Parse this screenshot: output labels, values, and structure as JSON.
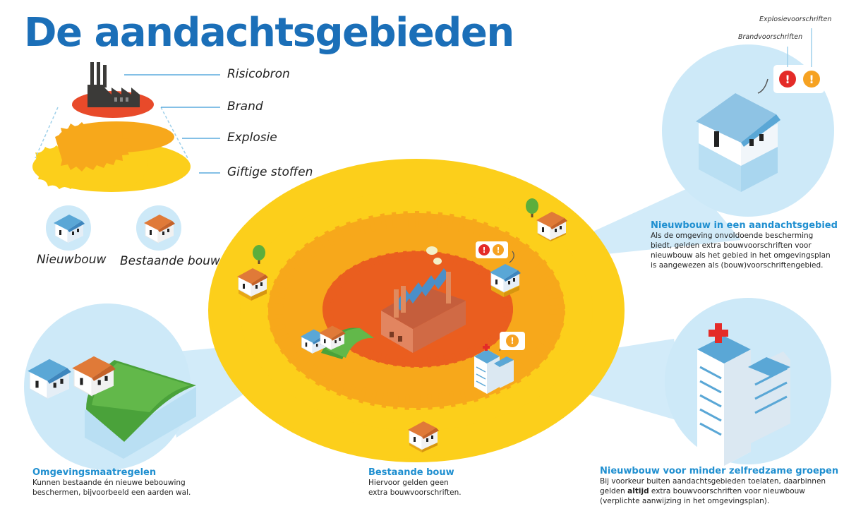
{
  "title": "De aandachtsgebieden",
  "legend": {
    "risicobron": "Risicobron",
    "brand": "Brand",
    "explosie": "Explosie",
    "giftige_stoffen": "Giftige stoffen",
    "nieuwbouw": "Nieuwbouw",
    "bestaande_bouw": "Bestaande bouw"
  },
  "tags": {
    "explosievoorschriften": "Explosievoorschriften",
    "brandvoorschriften": "Brandvoorschriften"
  },
  "captions": {
    "nieuwbouw_aandachtsgebied": {
      "title": "Nieuwbouw in een aandachtsgebied",
      "text": "Als de omgeving onvoldoende bescherming biedt, gelden extra bouwvoorschriften voor nieuwbouw als het gebied in het omgevingsplan is aangewezen als (bouw)voorschriftengebied."
    },
    "omgevingsmaatregelen": {
      "title": "Omgevingsmaatregelen",
      "text": "Kunnen bestaande én nieuwe bebouwing beschermen, bijvoorbeeld een aarden wal."
    },
    "bestaande_bouw": {
      "title": "Bestaande bouw",
      "text": "Hiervoor gelden geen extra bouwvoorschriften."
    },
    "minder_zelfredzame": {
      "title": "Nieuwbouw voor minder zelfredzame groepen",
      "text_before": "Bij voorkeur buiten aandachtsgebieden toelaten, daarbinnen gelden ",
      "text_bold": "altijd",
      "text_after": " extra bouwvoorschriften voor nieuwbouw (verplichte aanwijzing in het omgevingsplan)."
    }
  },
  "colors": {
    "title_blue": "#1b6fb8",
    "caption_blue": "#1f8fd0",
    "toxic_yellow": "#fccf1b",
    "explosion_orange": "#f7a81b",
    "fire_orange": "#ea5e1f",
    "fire_red": "#e84a2a",
    "circle_blue": "#cde9f8",
    "roof_blue": "#5aa7d6",
    "roof_orange": "#e07a38",
    "wall_green": "#4aa23a",
    "warning_red": "#e42b28",
    "warning_orange": "#f6a222"
  }
}
